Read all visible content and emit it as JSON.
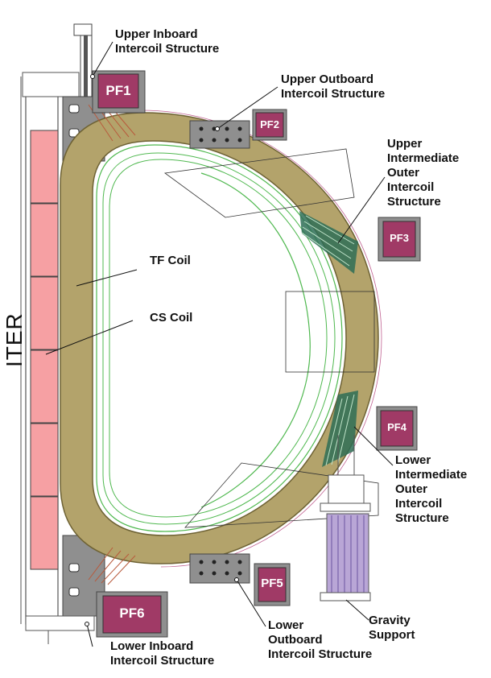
{
  "title": "ITER",
  "colors": {
    "tf_coil": "#b3a36b",
    "tf_coil_edge": "#6e6234",
    "cs_coil": "#f6a0a3",
    "pf_coil": "#a03a66",
    "pf_housing": "#8f8f8f",
    "structure": "#909090",
    "green_lines": "#4fb84f"
  },
  "labels": {
    "upper_inboard": [
      "Upper Inboard",
      "Intercoil Structure"
    ],
    "upper_outboard": [
      "Upper Outboard",
      "Intercoil Structure"
    ],
    "upper_intermediate": [
      "Upper",
      "Intermediate",
      "Outer",
      "Intercoil",
      "Structure"
    ],
    "tf_coil": "TF Coil",
    "cs_coil": "CS Coil",
    "lower_intermediate": [
      "Lower",
      "Intermediate",
      "Outer",
      "Intercoil",
      "Structure"
    ],
    "gravity_support": [
      "Gravity",
      "Support"
    ],
    "lower_outboard": [
      "Lower",
      "Outboard",
      "Intercoil Structure"
    ],
    "lower_inboard": [
      "Lower Inboard",
      "Intercoil Structure"
    ]
  },
  "coils": {
    "pf1": "PF1",
    "pf2": "PF2",
    "pf3": "PF3",
    "pf4": "PF4",
    "pf5": "PF5",
    "pf6": "PF6"
  }
}
